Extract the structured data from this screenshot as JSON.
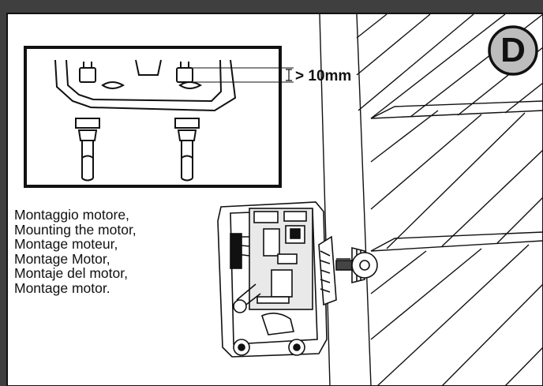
{
  "badge": {
    "letter": "D"
  },
  "dimension": {
    "label": "> 10mm"
  },
  "caption": {
    "lines": [
      "Montaggio motore,",
      "Mounting the motor,",
      "Montage moteur,",
      "Montage Motor,",
      "Montaje del motor,",
      "Montage motor."
    ]
  },
  "colors": {
    "frame": "#3f3f3f",
    "line": "#111111",
    "badge_fill": "#bdbdbd",
    "board_fill": "#e9e9e9"
  }
}
